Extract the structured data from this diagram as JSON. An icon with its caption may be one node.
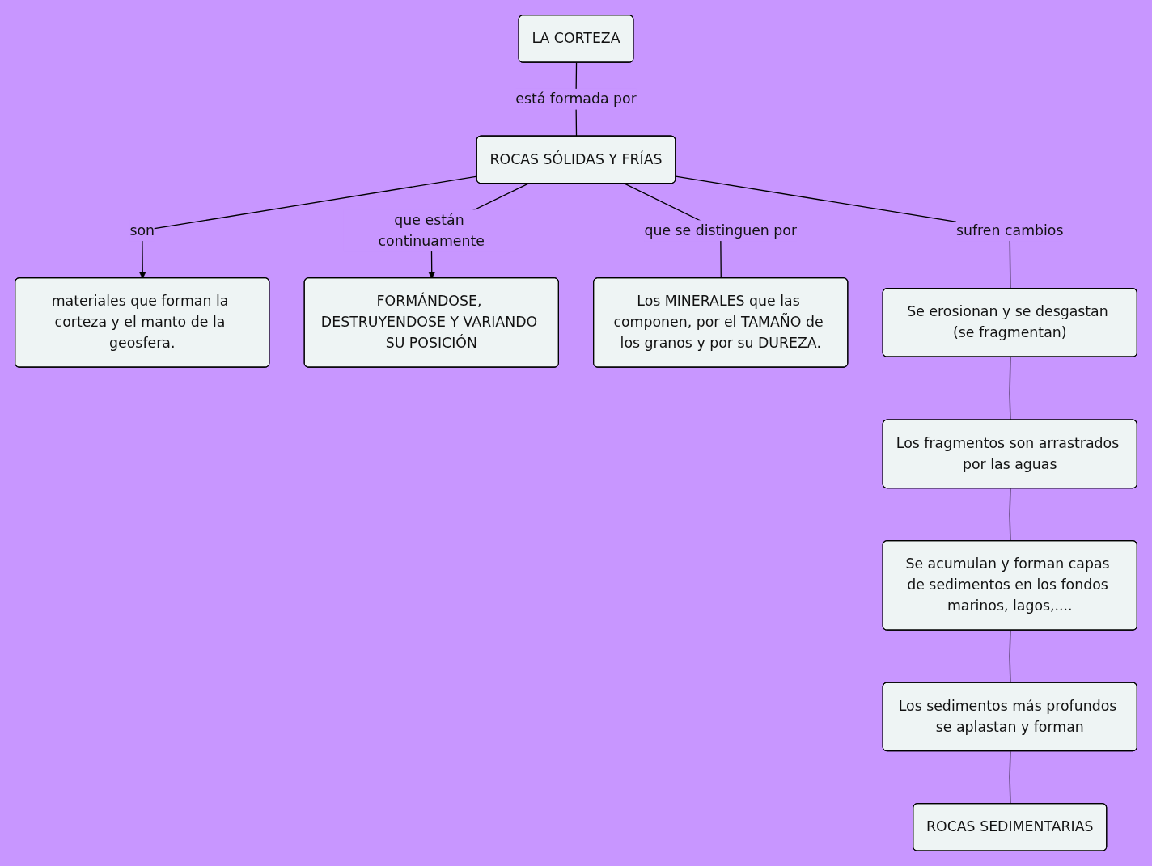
{
  "diagram": {
    "nodes": [
      {
        "text": [
          "LA CORTEZA"
        ]
      },
      {
        "text": [
          "ROCAS SÓLIDAS Y FRÍAS"
        ]
      },
      {
        "text": [
          "materiales que forman la corteza y el manto de la geosfera."
        ]
      },
      {
        "text": [
          "FORMÁNDOSE, DESTRUYENDOSE Y VARIANDO SU POSICIÓN"
        ]
      },
      {
        "text": [
          "Los MINERALES que las componen, por el TAMAÑO de los granos y por su DUREZA."
        ]
      },
      {
        "text": [
          "Se erosionan y se desgastan (se fragmentan)"
        ]
      },
      {
        "text": [
          "Los fragmentos son arrastrados por las aguas"
        ]
      },
      {
        "text": [
          "Se acumulan y forman capas de sedimentos en los fondos marinos, lagos,...."
        ]
      },
      {
        "text": [
          "Los sedimentos más profundos se aplastan y forman"
        ]
      },
      {
        "text": [
          "ROCAS SEDIMENTARIAS"
        ]
      }
    ],
    "edges": [
      {
        "from": 0,
        "to": 1,
        "label": "está formada por",
        "arrow": "none"
      },
      {
        "from": 1,
        "to": 2,
        "label": "son",
        "arrow": "to"
      },
      {
        "from": 1,
        "to": 3,
        "label": "que están continuamente",
        "arrow": "to"
      },
      {
        "from": 1,
        "to": 4,
        "label": "que se distinguen por",
        "arrow": "none"
      },
      {
        "from": 1,
        "to": 5,
        "label": "sufren cambios",
        "arrow": "none"
      },
      {
        "from": 5,
        "to": 6,
        "arrow": "none"
      },
      {
        "from": 6,
        "to": 7,
        "arrow": "none"
      },
      {
        "from": 7,
        "to": 8,
        "arrow": "none"
      },
      {
        "from": 8,
        "to": 9,
        "arrow": "none"
      }
    ]
  }
}
